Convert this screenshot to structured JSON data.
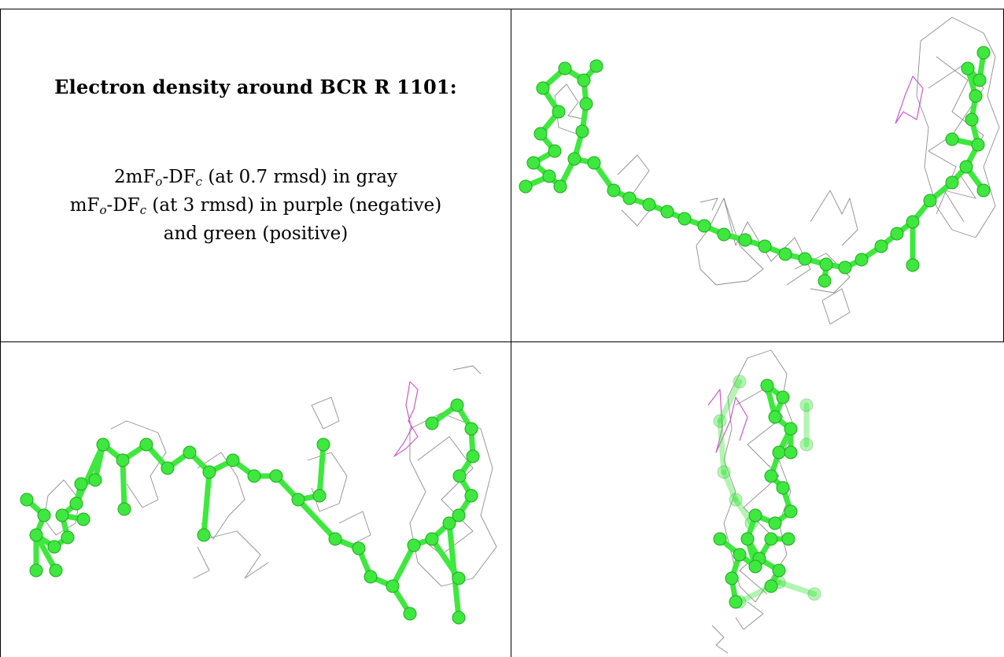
{
  "legend": {
    "title": "Electron density around BCR R 1101:",
    "line1": {
      "prefix": "2mF",
      "sub1": "o",
      "mid": "-DF",
      "sub2": "c",
      "suffix": " (at 0.7 rmsd) in gray"
    },
    "line2": {
      "prefix": "mF",
      "sub1": "o",
      "mid": "-DF",
      "sub2": "c",
      "suffix": " (at 3 rmsd) in purple (negative)"
    },
    "line3": "and green (positive)"
  },
  "colors": {
    "model": "#3ee83e",
    "model_dark": "#22a822",
    "density_2fofc": "#7a7a7a",
    "density_negative": "#c040c0",
    "border": "#000000"
  },
  "panels": [
    {
      "view": "top-right"
    },
    {
      "view": "bottom-left"
    },
    {
      "view": "bottom-right"
    }
  ]
}
